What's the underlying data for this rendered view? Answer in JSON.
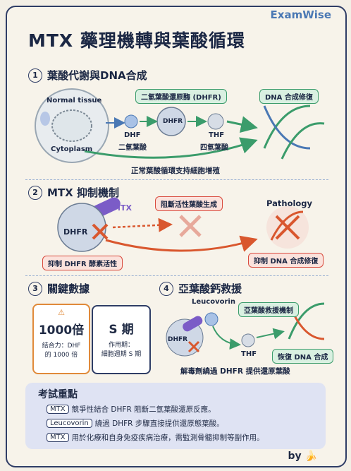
{
  "brand": "ExamWise",
  "title": "MTX 藥理機轉與葉酸循環",
  "section1": {
    "num": "1",
    "title": "葉酸代謝與DNA合成",
    "normal_tissue": "Normal tissue",
    "cytoplasm": "Cytoplasm",
    "enzyme_label": "二氫葉酸還原酶 (DHFR)",
    "dhfr": "DHFR",
    "dhf": "DHF",
    "dhf_cn": "二氫葉酸",
    "thf": "THF",
    "thf_cn": "四氫葉酸",
    "dna_label": "DNA 合成修復",
    "cycle_label": "正常葉酸循環支持細胞增殖"
  },
  "section2": {
    "num": "2",
    "title": "MTX 抑制機制",
    "mtx": "MTX",
    "dhfr": "DHFR",
    "block_label": "阻斷活性葉酸生成",
    "pathology": "Pathology",
    "inhibit_dhfr": "抑制 DHFR 酵素活性",
    "inhibit_dna": "抑制 DNA 合成修復"
  },
  "section3": {
    "num": "3",
    "title": "關鍵數據",
    "card1_big": "1000倍",
    "card1_small1": "結合力：DHF",
    "card1_small2": "的 1000 倍",
    "card2_big": "S 期",
    "card2_small1": "作用期：",
    "card2_small2": "細胞週期 S 期"
  },
  "section4": {
    "num": "4",
    "title": "亞葉酸鈣救援",
    "leucovorin": "Leucovorin",
    "rescue": "亞葉酸救援機制",
    "dhfr": "DHFR",
    "thf": "THF",
    "restore": "恢復 DNA 合成",
    "bypass": "解毒劑繞過 DHFR 提供還原葉酸"
  },
  "exam": {
    "title": "考試重點",
    "items": [
      {
        "tag": "MTX",
        "text": "競爭性結合 DHFR 阻斷二氫葉酸還原反應。"
      },
      {
        "tag": "Leucovorin",
        "text": "繞過 DHFR 步驟直接提供還原態葉酸。"
      },
      {
        "tag": "MTX",
        "text": "用於化療和自身免疫疾病治療，需監測骨髓抑制等副作用。"
      }
    ]
  },
  "by": "by"
}
